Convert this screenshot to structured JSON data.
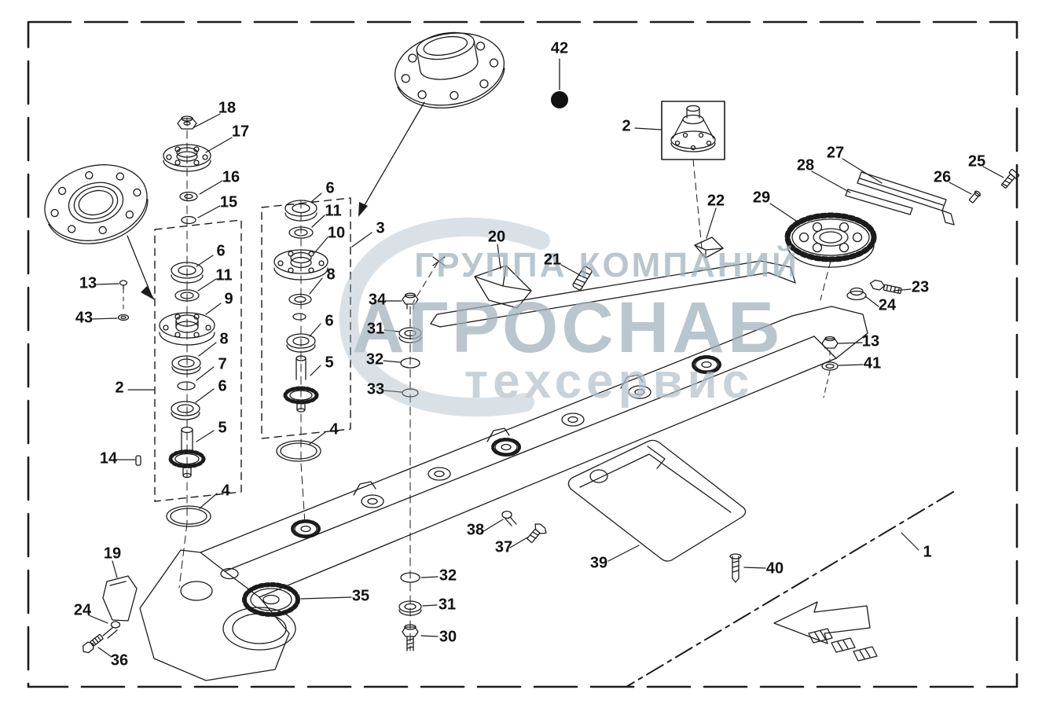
{
  "watermark": {
    "line1": "ГРУППА КОМПАНИЙ",
    "line2": "АГРОСНАБ",
    "line3": "техсервис"
  },
  "colors": {
    "line": "#1b1b1b",
    "watermark": "#9fb1bc",
    "marker_dot": "#111111",
    "background": "#ffffff"
  },
  "callouts": [
    {
      "label": "42"
    },
    {
      "label": "18"
    },
    {
      "label": "17"
    },
    {
      "label": "16"
    },
    {
      "label": "15"
    },
    {
      "label": "6"
    },
    {
      "label": "11"
    },
    {
      "label": "10"
    },
    {
      "label": "3"
    },
    {
      "label": "2"
    },
    {
      "label": "27"
    },
    {
      "label": "28"
    },
    {
      "label": "26"
    },
    {
      "label": "25"
    },
    {
      "label": "29"
    },
    {
      "label": "22"
    },
    {
      "label": "20"
    },
    {
      "label": "21"
    },
    {
      "label": "23"
    },
    {
      "label": "24"
    },
    {
      "label": "13"
    },
    {
      "label": "41"
    },
    {
      "label": "34"
    },
    {
      "label": "31"
    },
    {
      "label": "32"
    },
    {
      "label": "33"
    },
    {
      "label": "13"
    },
    {
      "label": "43"
    },
    {
      "label": "6"
    },
    {
      "label": "11"
    },
    {
      "label": "9"
    },
    {
      "label": "8"
    },
    {
      "label": "7"
    },
    {
      "label": "6"
    },
    {
      "label": "5"
    },
    {
      "label": "8"
    },
    {
      "label": "6"
    },
    {
      "label": "5"
    },
    {
      "label": "4"
    },
    {
      "label": "2"
    },
    {
      "label": "14"
    },
    {
      "label": "4"
    },
    {
      "label": "19"
    },
    {
      "label": "24"
    },
    {
      "label": "36"
    },
    {
      "label": "35"
    },
    {
      "label": "32"
    },
    {
      "label": "31"
    },
    {
      "label": "30"
    },
    {
      "label": "38"
    },
    {
      "label": "37"
    },
    {
      "label": "39"
    },
    {
      "label": "40"
    },
    {
      "label": "1"
    }
  ]
}
